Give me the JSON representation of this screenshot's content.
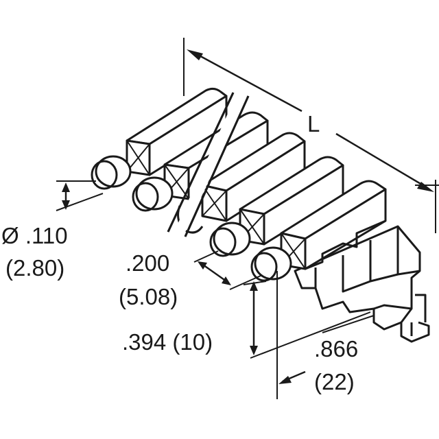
{
  "dimensions": {
    "length": "L",
    "diameter_in": "Ø .110",
    "diameter_mm": "(2.80)",
    "pitch_in": ".200",
    "pitch_mm": "(5.08)",
    "height": ".394 (10)",
    "depth_in": ".866",
    "depth_mm": "(22)"
  },
  "colors": {
    "line": "#1a1a1a",
    "background": "#ffffff"
  }
}
